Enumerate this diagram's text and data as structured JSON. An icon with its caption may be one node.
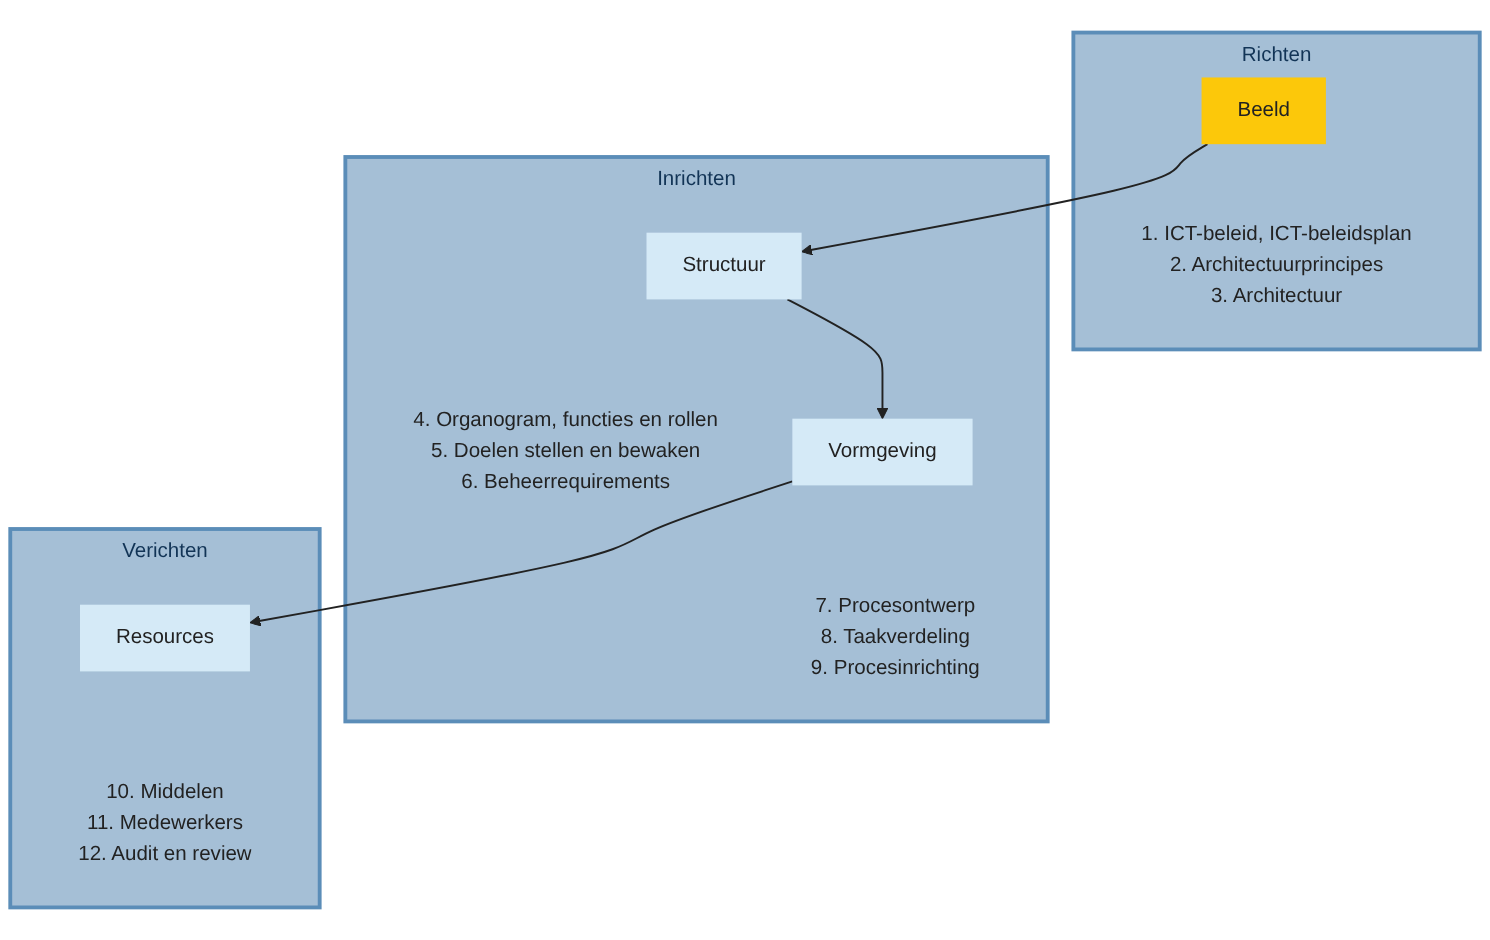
{
  "diagram": {
    "nodes": [
      {
        "text": [
          "Richten"
        ]
      },
      {
        "text": [
          "Beeld"
        ],
        "in": 0,
        "beside": [
          "1. ICT-beleid, ICT-beleidsplan",
          "2. Architectuurprincipes",
          "3. Architectuur"
        ]
      },
      {
        "text": [
          "Inrichten"
        ]
      },
      {
        "text": [
          "Structuur"
        ],
        "in": 2,
        "beside": [
          "4. Organogram, functies en rollen",
          "5. Doelen stellen en bewaken",
          "6. Beheerrequirements"
        ]
      },
      {
        "text": [
          "Vormgeving"
        ],
        "in": 2,
        "beside": [
          "7. Procesontwerp",
          "8. Taakverdeling",
          "9. Procesinrichting"
        ]
      },
      {
        "text": [
          "Verichten"
        ]
      },
      {
        "text": [
          "Resources"
        ],
        "in": 5,
        "beside": [
          "10. Middelen",
          "11. Medewerkers",
          "12. Audit en review"
        ]
      }
    ],
    "edges": [
      {
        "from": 1,
        "to": 3,
        "arrow": "to"
      },
      {
        "from": 3,
        "to": 4,
        "arrow": "to"
      },
      {
        "from": 4,
        "to": 6,
        "arrow": "to"
      }
    ]
  }
}
